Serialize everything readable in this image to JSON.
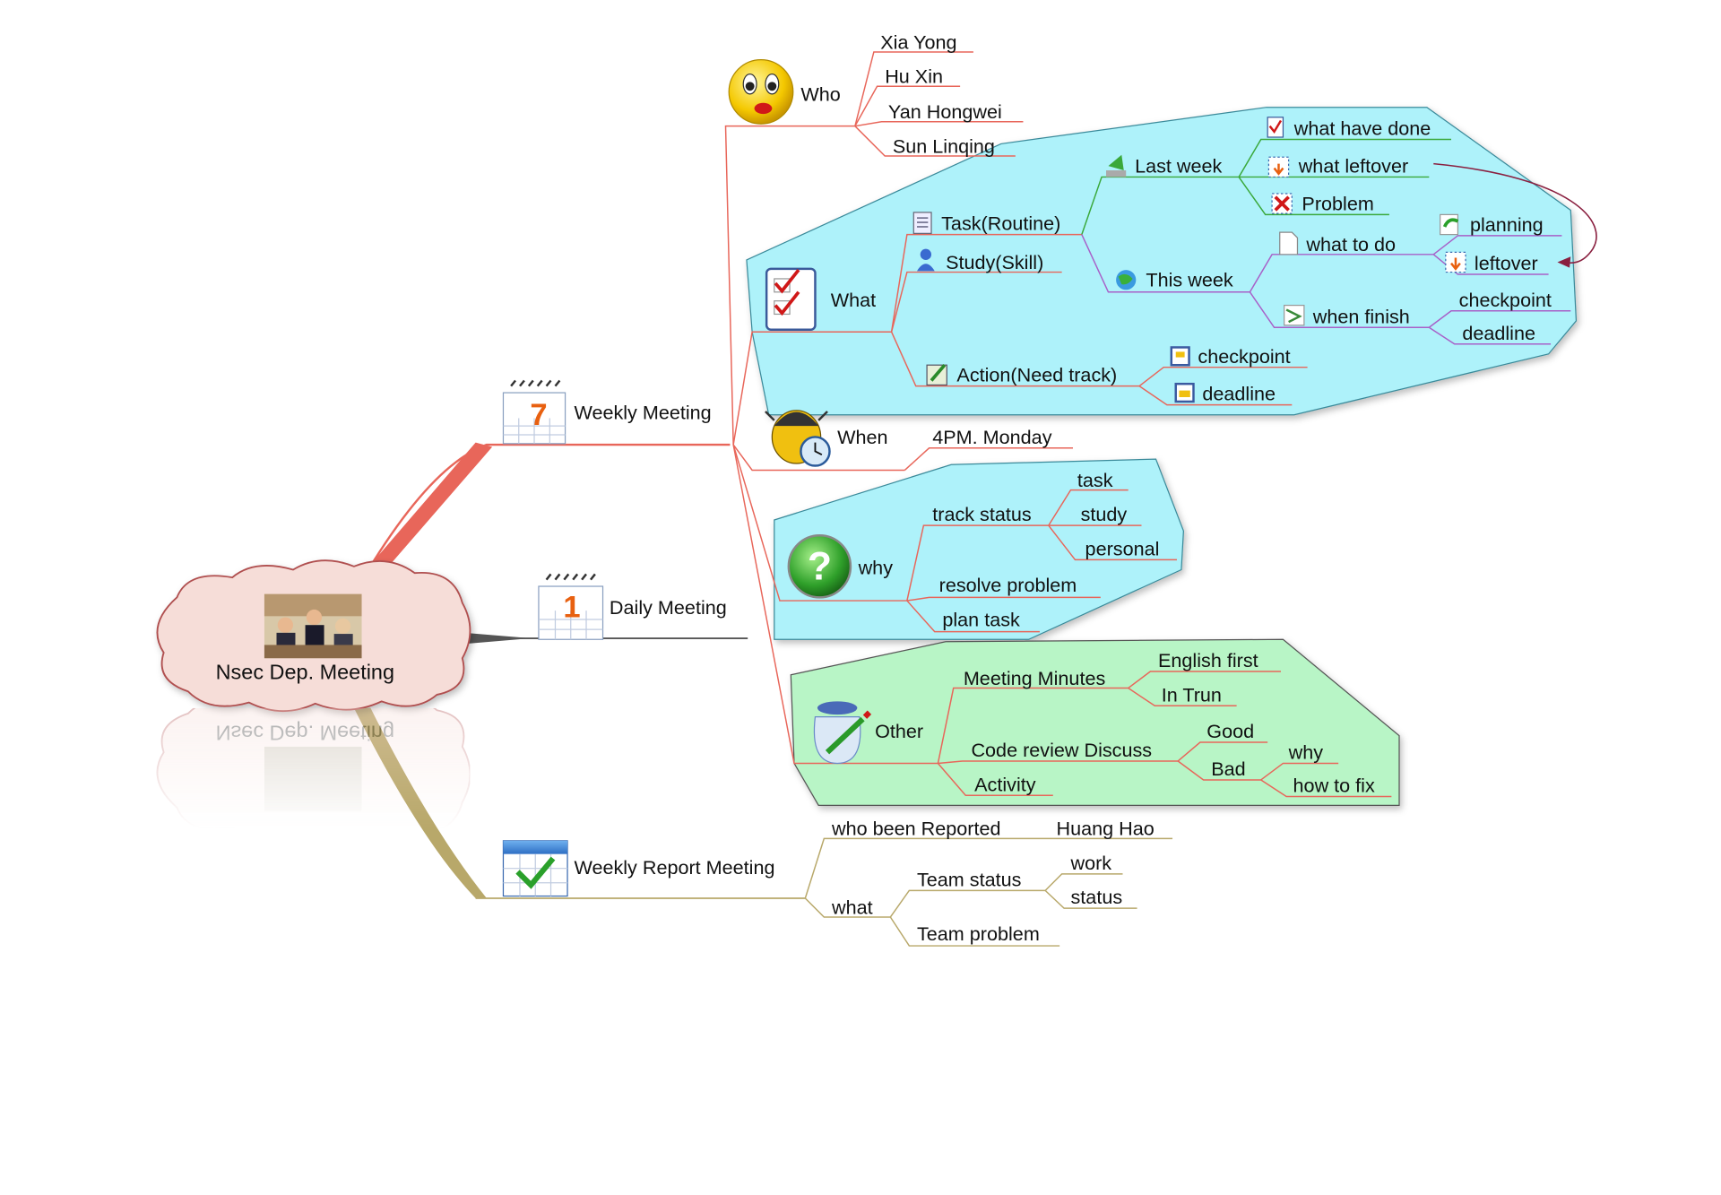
{
  "central": {
    "title": "Nsec Dep. Meeting"
  },
  "branches": {
    "weekly_meeting": {
      "label": "Weekly Meeting",
      "calendar_number": "7",
      "who": {
        "label": "Who",
        "people": [
          "Xia Yong",
          "Hu Xin",
          "Yan Hongwei",
          "Sun Linqing"
        ]
      },
      "what": {
        "label": "What",
        "task": {
          "label": "Task(Routine)",
          "last_week": {
            "label": "Last week",
            "items": [
              "what have done",
              "what leftover",
              "Problem"
            ]
          },
          "this_week": {
            "label": "This week",
            "what_to_do": {
              "label": "what to do",
              "items": [
                "planning",
                "leftover"
              ]
            },
            "when_finish": {
              "label": "when finish",
              "items": [
                "checkpoint",
                "deadline"
              ]
            }
          }
        },
        "study": {
          "label": "Study(Skill)"
        },
        "action": {
          "label": "Action(Need track)",
          "items": [
            "checkpoint",
            "deadline"
          ]
        }
      },
      "when": {
        "label": "When",
        "value": "4PM. Monday"
      },
      "why": {
        "label": "why",
        "track_status": {
          "label": "track status",
          "items": [
            "task",
            "study",
            "personal"
          ]
        },
        "resolve": "resolve problem",
        "plan": "plan task"
      },
      "other": {
        "label": "Other",
        "minutes": {
          "label": "Meeting Minutes",
          "items": [
            "English first",
            "In Trun"
          ]
        },
        "code_review": {
          "label": "Code review Discuss",
          "good": "Good",
          "bad": {
            "label": "Bad",
            "items": [
              "why",
              "how to fix"
            ]
          }
        },
        "activity": "Activity"
      }
    },
    "daily_meeting": {
      "label": "Daily Meeting",
      "calendar_number": "1"
    },
    "weekly_report": {
      "label": "Weekly Report Meeting",
      "reported": {
        "label": "who been Reported",
        "value": "Huang Hao"
      },
      "what": {
        "label": "what",
        "team_status": {
          "label": "Team status",
          "items": [
            "work",
            "status"
          ]
        },
        "team_problem": "Team problem"
      }
    }
  },
  "colors": {
    "weekly_branch": "#e8665a",
    "daily_branch": "#555555",
    "report_branch": "#b8a86a",
    "what_region": "#aef2fa",
    "why_region": "#aef2fa",
    "other_region": "#b8f5c6",
    "cloud_fill": "#f6ddd8"
  }
}
